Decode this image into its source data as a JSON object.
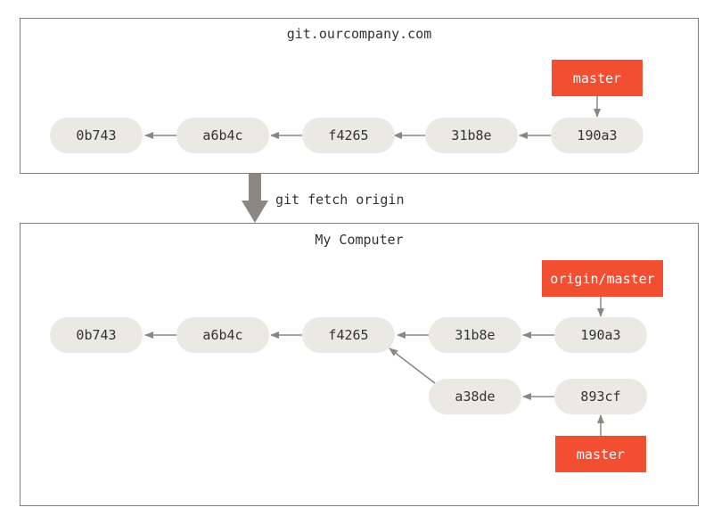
{
  "remote": {
    "title": "git.ourcompany.com",
    "commits": [
      "0b743",
      "a6b4c",
      "f4265",
      "31b8e",
      "190a3"
    ],
    "branch_label": "master"
  },
  "fetch": {
    "command": "git fetch origin"
  },
  "local": {
    "title": "My Computer",
    "commits": [
      "0b743",
      "a6b4c",
      "f4265",
      "31b8e",
      "190a3"
    ],
    "diverged_commits": [
      "a38de",
      "893cf"
    ],
    "origin_branch_label": "origin/master",
    "branch_label": "master"
  },
  "colors": {
    "commit_fill": "#ebe9e3",
    "branch_fill": "#f14e32",
    "arrow": "#8c8783",
    "border": "#7f7f7f"
  }
}
